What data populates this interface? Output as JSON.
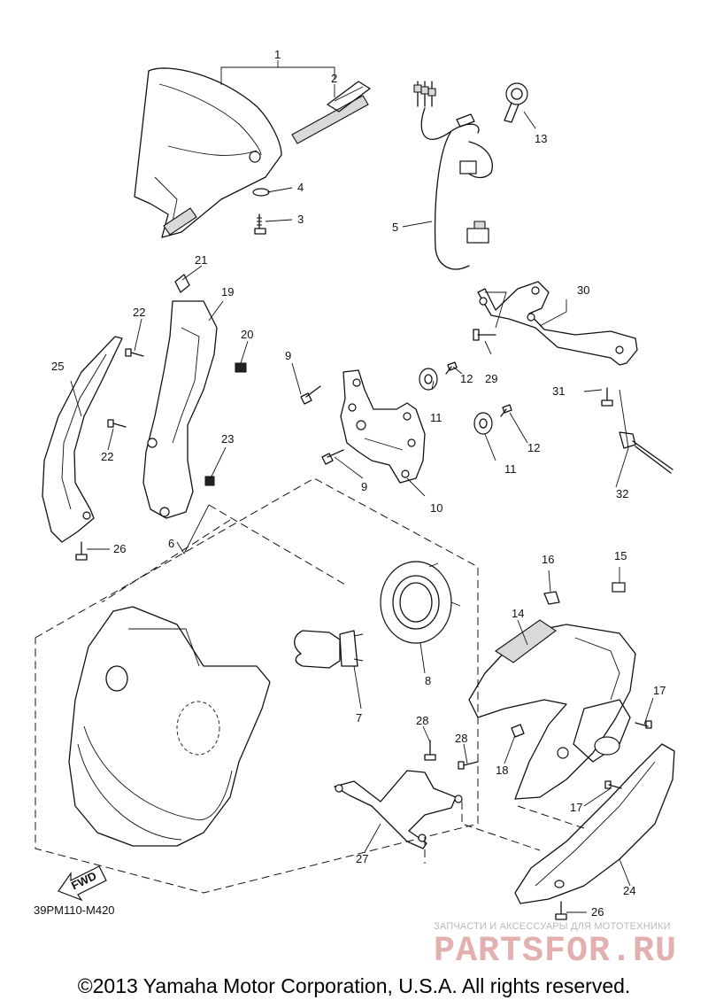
{
  "diagram": {
    "reference_code": "39PM110-M420",
    "fwd_label": "FWD",
    "callouts": [
      {
        "id": "c1",
        "label": "1"
      },
      {
        "id": "c2",
        "label": "2"
      },
      {
        "id": "c3",
        "label": "3"
      },
      {
        "id": "c4",
        "label": "4"
      },
      {
        "id": "c5",
        "label": "5"
      },
      {
        "id": "c6",
        "label": "6"
      },
      {
        "id": "c7",
        "label": "7"
      },
      {
        "id": "c8",
        "label": "8"
      },
      {
        "id": "c9a",
        "label": "9"
      },
      {
        "id": "c9b",
        "label": "9"
      },
      {
        "id": "c10",
        "label": "10"
      },
      {
        "id": "c11a",
        "label": "11"
      },
      {
        "id": "c11b",
        "label": "11"
      },
      {
        "id": "c12a",
        "label": "12"
      },
      {
        "id": "c12b",
        "label": "12"
      },
      {
        "id": "c13",
        "label": "13"
      },
      {
        "id": "c14",
        "label": "14"
      },
      {
        "id": "c15",
        "label": "15"
      },
      {
        "id": "c16",
        "label": "16"
      },
      {
        "id": "c17a",
        "label": "17"
      },
      {
        "id": "c17b",
        "label": "17"
      },
      {
        "id": "c18",
        "label": "18"
      },
      {
        "id": "c19",
        "label": "19"
      },
      {
        "id": "c20",
        "label": "20"
      },
      {
        "id": "c21",
        "label": "21"
      },
      {
        "id": "c22a",
        "label": "22"
      },
      {
        "id": "c22b",
        "label": "22"
      },
      {
        "id": "c23",
        "label": "23"
      },
      {
        "id": "c24",
        "label": "24"
      },
      {
        "id": "c25",
        "label": "25"
      },
      {
        "id": "c26a",
        "label": "26"
      },
      {
        "id": "c26b",
        "label": "26"
      },
      {
        "id": "c27",
        "label": "27"
      },
      {
        "id": "c28a",
        "label": "28"
      },
      {
        "id": "c28b",
        "label": "28"
      },
      {
        "id": "c29",
        "label": "29"
      },
      {
        "id": "c30",
        "label": "30"
      },
      {
        "id": "c31",
        "label": "31"
      },
      {
        "id": "c32",
        "label": "32"
      }
    ]
  },
  "watermark": {
    "tagline": "ЗАПЧАСТИ И АКСЕССУАРЫ ДЛЯ МОТОТЕХНИКИ",
    "logo_text": "PARTSFOR.RU"
  },
  "footer": {
    "copyright": "©2013 Yamaha Motor Corporation, U.S.A. All rights reserved."
  },
  "colors": {
    "line": "#111111",
    "background": "#ffffff",
    "watermark_text": "#b9b9b9",
    "watermark_logo": "#e3b0b0"
  }
}
